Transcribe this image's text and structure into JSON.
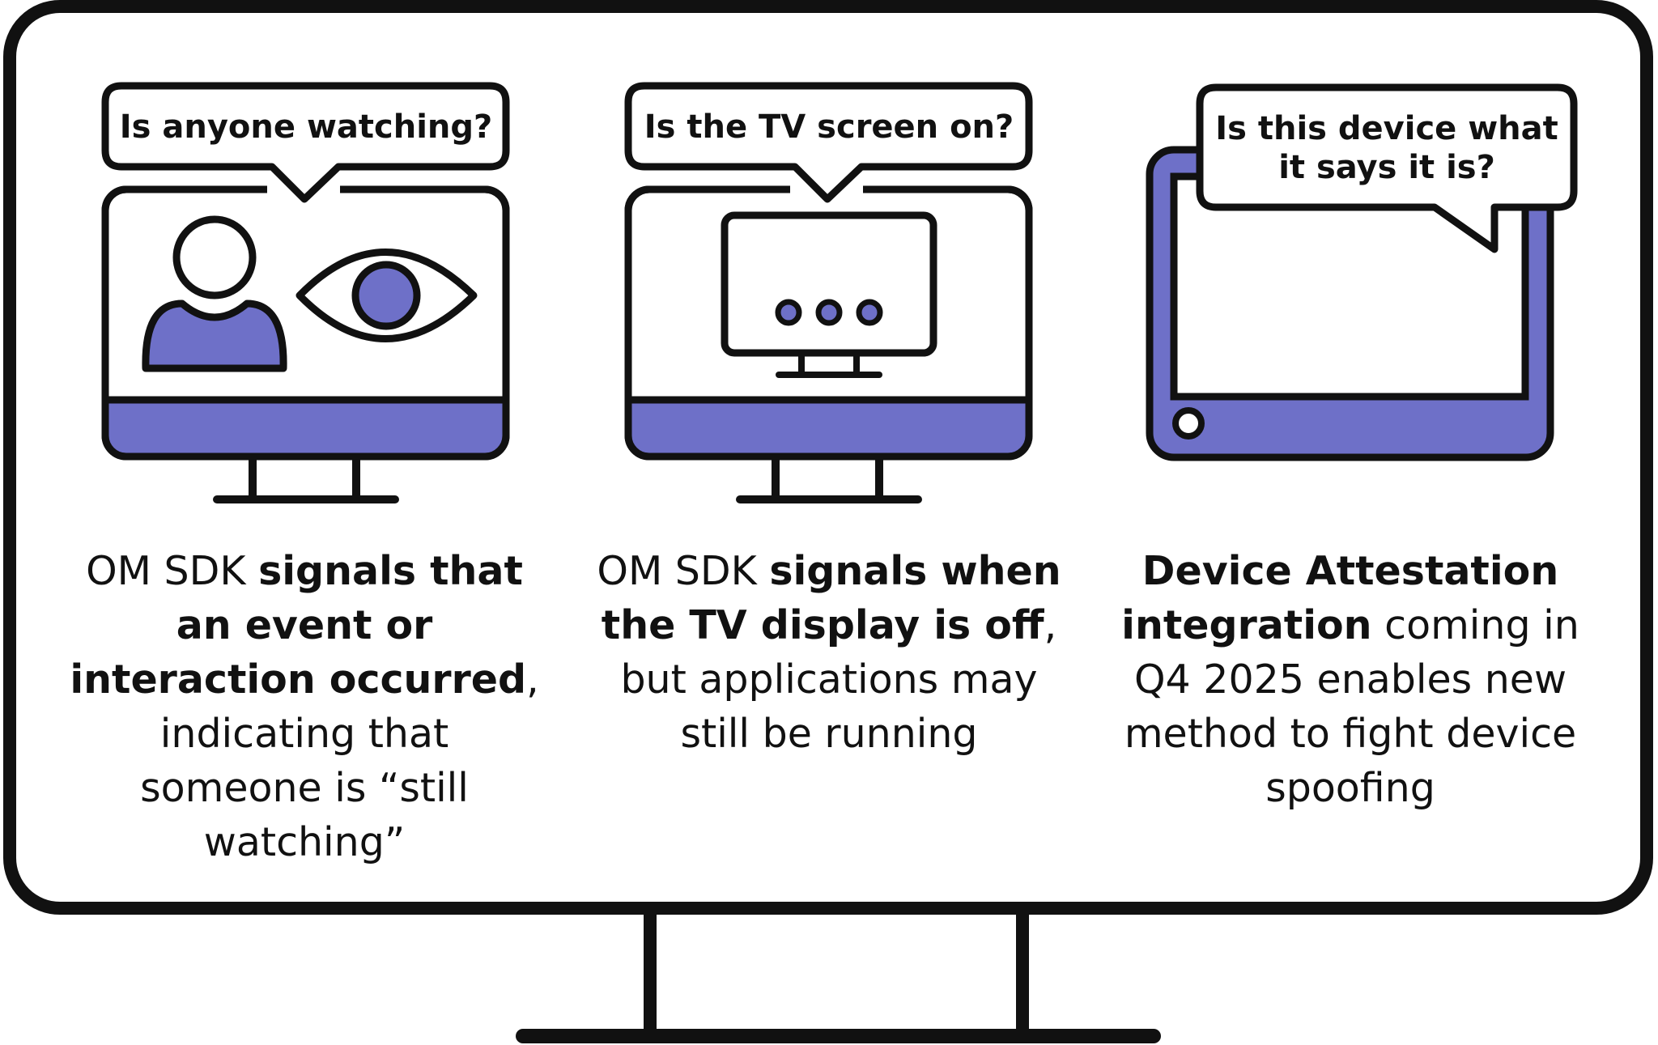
{
  "panels": [
    {
      "question": "Is anyone watching?",
      "caption_parts": [
        {
          "text": "OM SDK ",
          "bold": false
        },
        {
          "text": "signals that an event or interaction occurred",
          "bold": true
        },
        {
          "text": ", indicating that someone is “still watching”",
          "bold": false
        }
      ]
    },
    {
      "question": "Is the TV screen on?",
      "caption_parts": [
        {
          "text": "OM SDK ",
          "bold": false
        },
        {
          "text": "signals when the TV display is off",
          "bold": true
        },
        {
          "text": ", but applications may still be running",
          "bold": false
        }
      ]
    },
    {
      "question_lines": [
        "Is this device what",
        "it says it is?"
      ],
      "caption_parts": [
        {
          "text": "Device Attestation integration",
          "bold": true
        },
        {
          "text": " coming in Q4 2025 enables new method to fight device spoofing",
          "bold": false
        }
      ]
    }
  ],
  "colors": {
    "outline": "#111111",
    "accent": "#6E70C8",
    "background": "#ffffff"
  },
  "icons": [
    "person-icon",
    "eye-icon",
    "tv-icon",
    "tablet-icon",
    "monitor-icon"
  ]
}
